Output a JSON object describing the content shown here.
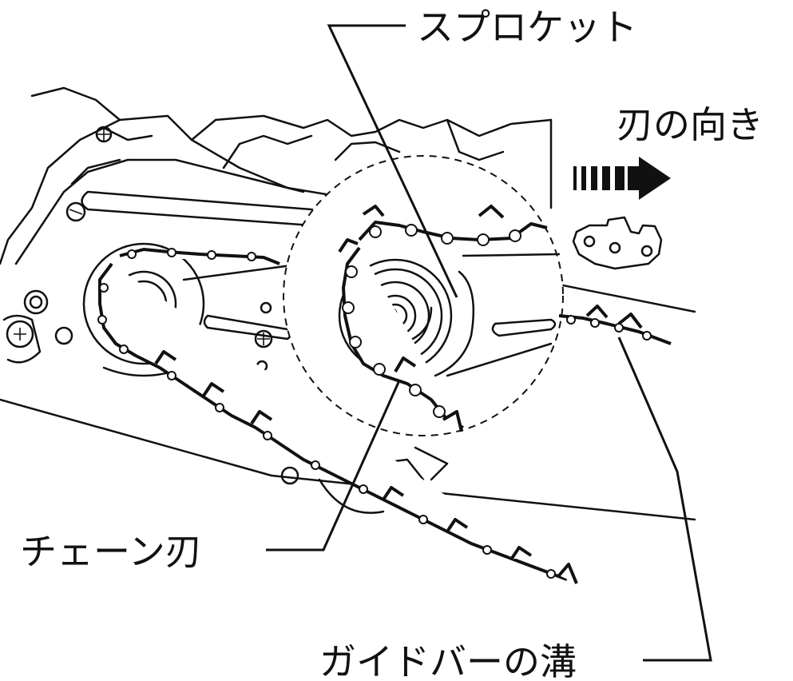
{
  "labels": {
    "sprocket": "スプロケット",
    "blade_direction": "刃の向き",
    "chain_blade": "チェーン刃",
    "guide_bar_groove": "ガイドバーの溝"
  },
  "colors": {
    "line": "#111111",
    "background": "#ffffff"
  },
  "icons": {
    "direction_arrow": "right-arrow-icon",
    "cutter_link": "chain-cutter-link-icon"
  }
}
